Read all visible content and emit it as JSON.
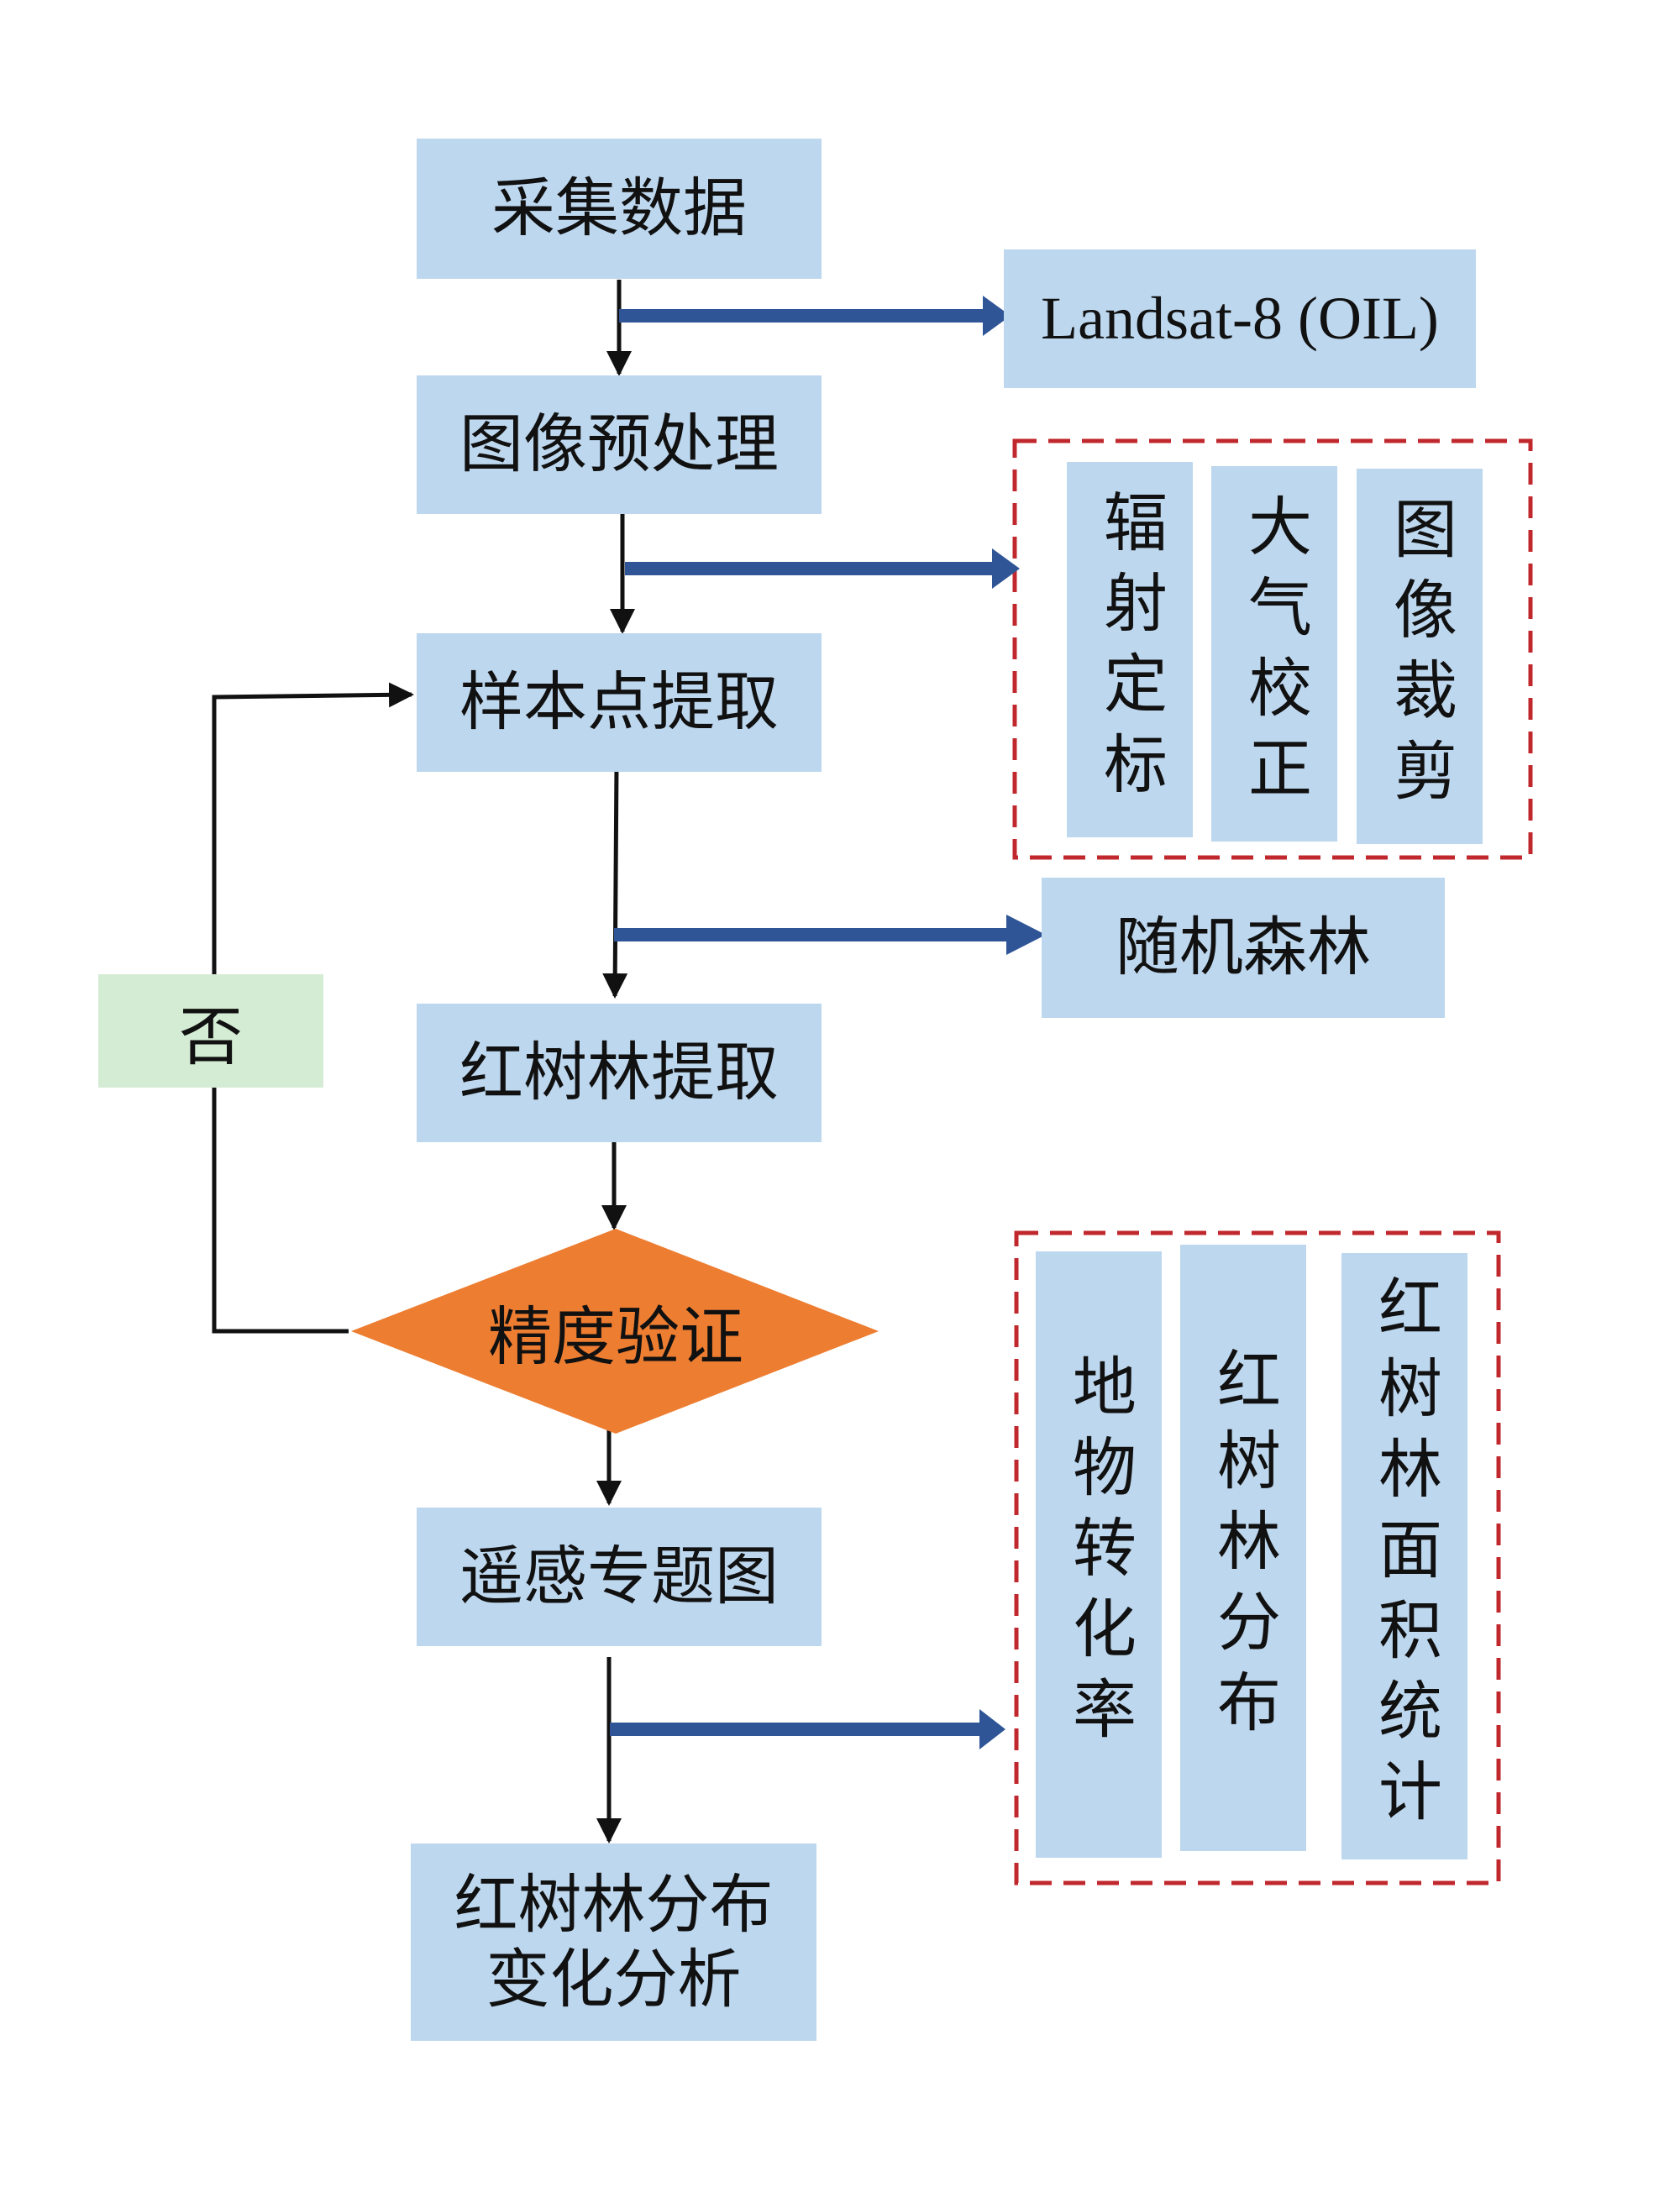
{
  "nodes": {
    "collect": "采集数据",
    "landsat": "Landsat-8 (OIL)",
    "preprocess": "图像预处理",
    "radiometric": "辐射定标",
    "atmospheric": "大气校正",
    "cropping": "图像裁剪",
    "sampling": "样本点提取",
    "random_forest": "随机森林",
    "mangrove_extract": "红树林提取",
    "accuracy": "精度验证",
    "no": "否",
    "thematic_map": "遥感专题图",
    "land_change": "地物转化率",
    "mangrove_dist": "红树林分布",
    "mangrove_area": "红树林面积统计",
    "final_line1": "红树林分布",
    "final_line2": "变化分析"
  },
  "colors": {
    "box_fill": "#bdd7ee",
    "diamond_fill": "#ed7d31",
    "no_box_fill": "#d5ecd4",
    "side_arrow": "#2f5597",
    "dashed_border": "#c0282d",
    "main_arrow": "#111111"
  }
}
